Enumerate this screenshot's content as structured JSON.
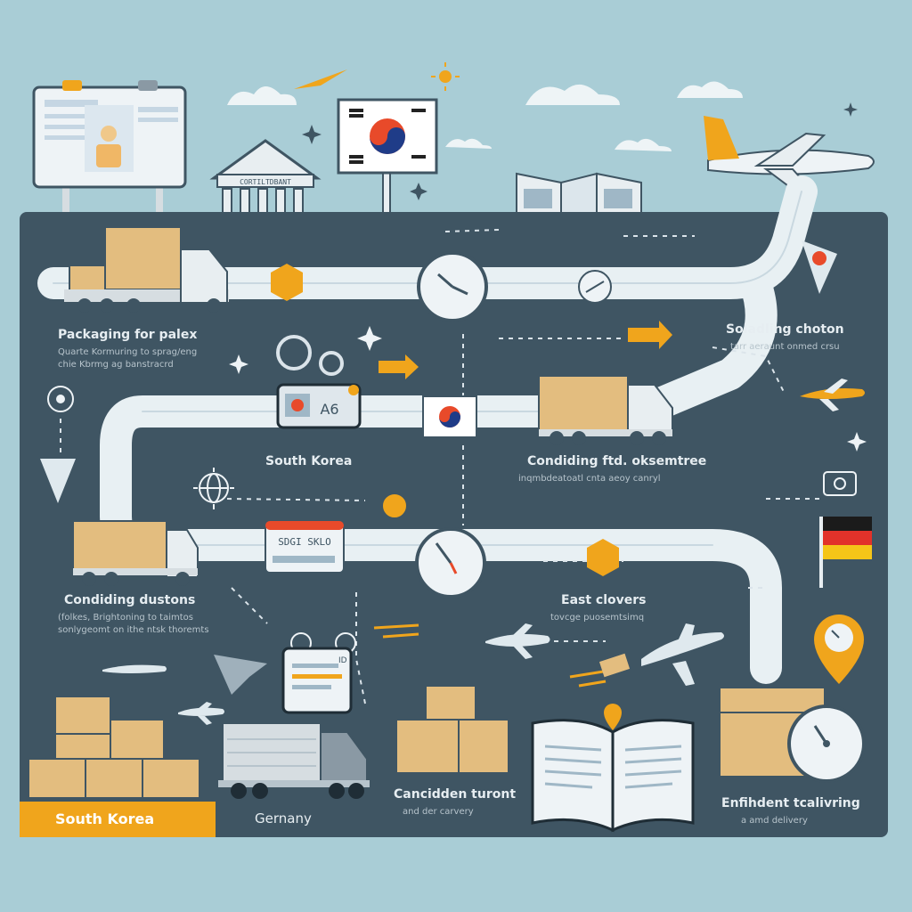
{
  "labels": {
    "packaging_title": "Packaging for palex",
    "packaging_sub1": "Quarte Kormuring to sprag/eng",
    "packaging_sub2": "chie Kbrmg ag banstracrd",
    "soladling_title": "Soladling choton",
    "soladling_sub": "tarr aeraunt onmed crsu",
    "south_korea_mid": "South Korea",
    "condiding_title": "Condiding ftd. oksemtree",
    "condiding_sub": "inqmbdeatoatl cnta aeoy canryl",
    "considering_title": "Condiding dustons",
    "considering_sub1": "(folkes, Brightoning to taimtos",
    "considering_sub2": "sonlygeomt on ithe ntsk thoremts",
    "east_title": "East clovers",
    "east_sub": "tovcge puosemtsimq",
    "south_korea_badge": "South Korea",
    "germany": "Gernany",
    "considerer_title": "Cancidden turont",
    "considerer_sub": "and der carvery",
    "enfindent_title": "Enfihdent tcalivring",
    "enfindent_sub": "a amd delivery"
  },
  "signs": {
    "bank_sign": "CORTILTDBANT",
    "ticket_text": "SDGI SKLO",
    "screen_text": "A6",
    "badge_text": "ID"
  },
  "colors": {
    "background": "#a9cdd6",
    "board": "#3f5563",
    "road": "#e8f0f3",
    "accent_orange": "#f0a51c",
    "box_tan": "#e3bd7f"
  }
}
